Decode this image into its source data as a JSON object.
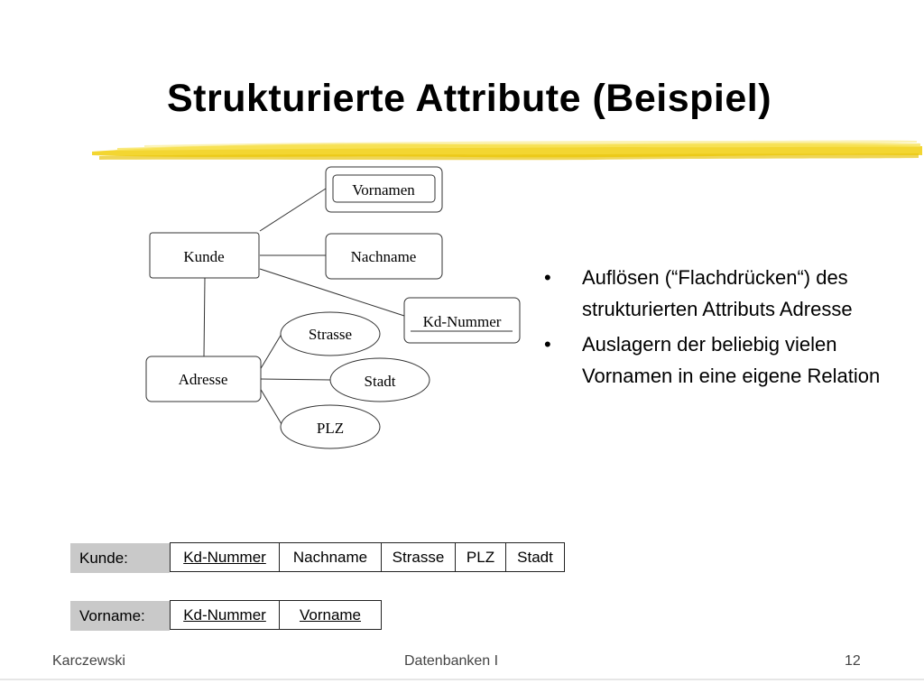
{
  "slide": {
    "title": "Strukturierte Attribute (Beispiel)",
    "accent_color": "#f2d21b"
  },
  "diagram": {
    "entities": {
      "kunde": "Kunde",
      "adresse": "Adresse"
    },
    "attributes": {
      "vornamen": "Vornamen",
      "nachname": "Nachname",
      "kd_nummer": "Kd-Nummer",
      "strasse": "Strasse",
      "stadt": "Stadt",
      "plz": "PLZ"
    }
  },
  "bullets": [
    "Auflösen (“Flachdrücken“) des strukturierten Attributs Adresse",
    "Auslagern der beliebig vielen Vornamen in eine eigene Relation"
  ],
  "relations": [
    {
      "label": "Kunde:",
      "columns": [
        "Kd-Nummer",
        "Nachname",
        "Strasse",
        "PLZ",
        "Stadt"
      ]
    },
    {
      "label": "Vorname:",
      "columns": [
        "Kd-Nummer",
        "Vorname"
      ]
    }
  ],
  "footer": {
    "author": "Karczewski",
    "course": "Datenbanken I",
    "page": "12"
  }
}
